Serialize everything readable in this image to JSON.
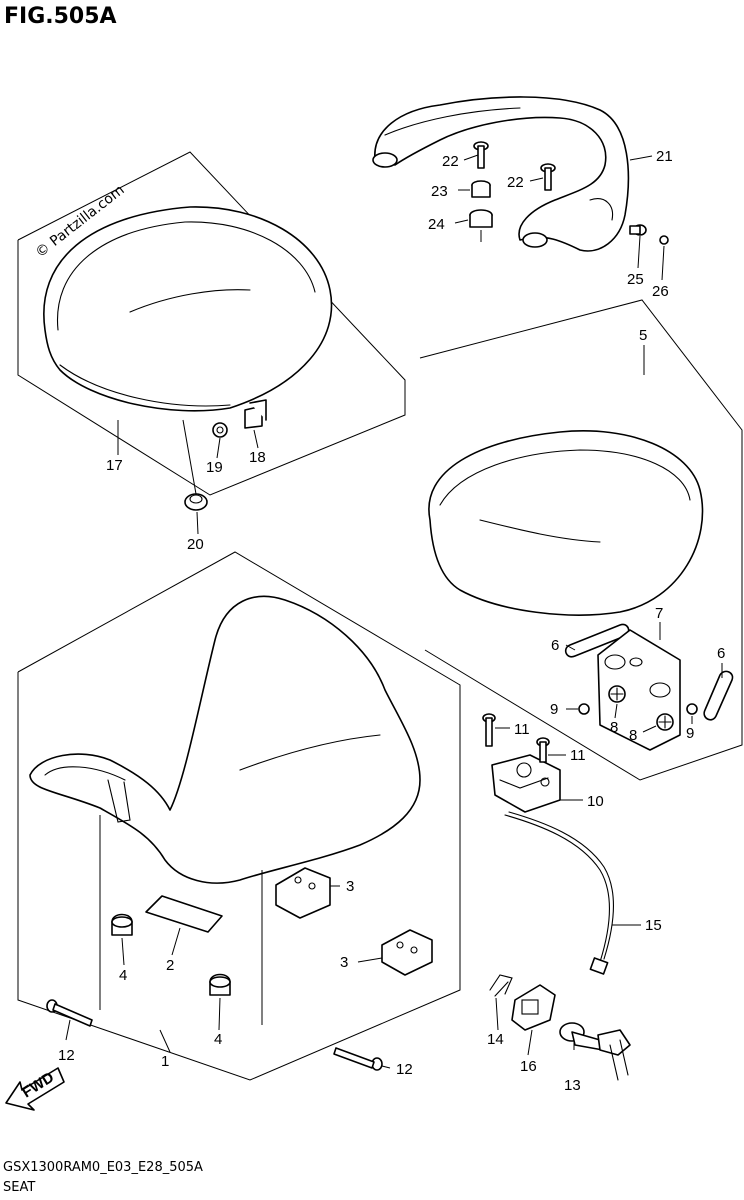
{
  "figure": {
    "title": "FIG.505A",
    "watermark": "© Partzilla.com",
    "fwd_label": "FWD",
    "footer_code": "GSX1300RAM0_E03_E28_505A",
    "footer_name": "SEAT"
  },
  "callouts": [
    {
      "id": "c1",
      "number": "1"
    },
    {
      "id": "c2",
      "number": "2"
    },
    {
      "id": "c3a",
      "number": "3"
    },
    {
      "id": "c3b",
      "number": "3"
    },
    {
      "id": "c4a",
      "number": "4"
    },
    {
      "id": "c4b",
      "number": "4"
    },
    {
      "id": "c5",
      "number": "5"
    },
    {
      "id": "c6a",
      "number": "6"
    },
    {
      "id": "c6b",
      "number": "6"
    },
    {
      "id": "c7",
      "number": "7"
    },
    {
      "id": "c8a",
      "number": "8"
    },
    {
      "id": "c8b",
      "number": "8"
    },
    {
      "id": "c9a",
      "number": "9"
    },
    {
      "id": "c9b",
      "number": "9"
    },
    {
      "id": "c10",
      "number": "10"
    },
    {
      "id": "c11a",
      "number": "11"
    },
    {
      "id": "c11b",
      "number": "11"
    },
    {
      "id": "c12a",
      "number": "12"
    },
    {
      "id": "c12b",
      "number": "12"
    },
    {
      "id": "c13",
      "number": "13"
    },
    {
      "id": "c14",
      "number": "14"
    },
    {
      "id": "c15",
      "number": "15"
    },
    {
      "id": "c16",
      "number": "16"
    },
    {
      "id": "c17",
      "number": "17"
    },
    {
      "id": "c18",
      "number": "18"
    },
    {
      "id": "c19",
      "number": "19"
    },
    {
      "id": "c20",
      "number": "20"
    },
    {
      "id": "c21",
      "number": "21"
    },
    {
      "id": "c22a",
      "number": "22"
    },
    {
      "id": "c22b",
      "number": "22"
    },
    {
      "id": "c23",
      "number": "23"
    },
    {
      "id": "c24",
      "number": "24"
    },
    {
      "id": "c25",
      "number": "25"
    },
    {
      "id": "c26",
      "number": "26"
    }
  ]
}
